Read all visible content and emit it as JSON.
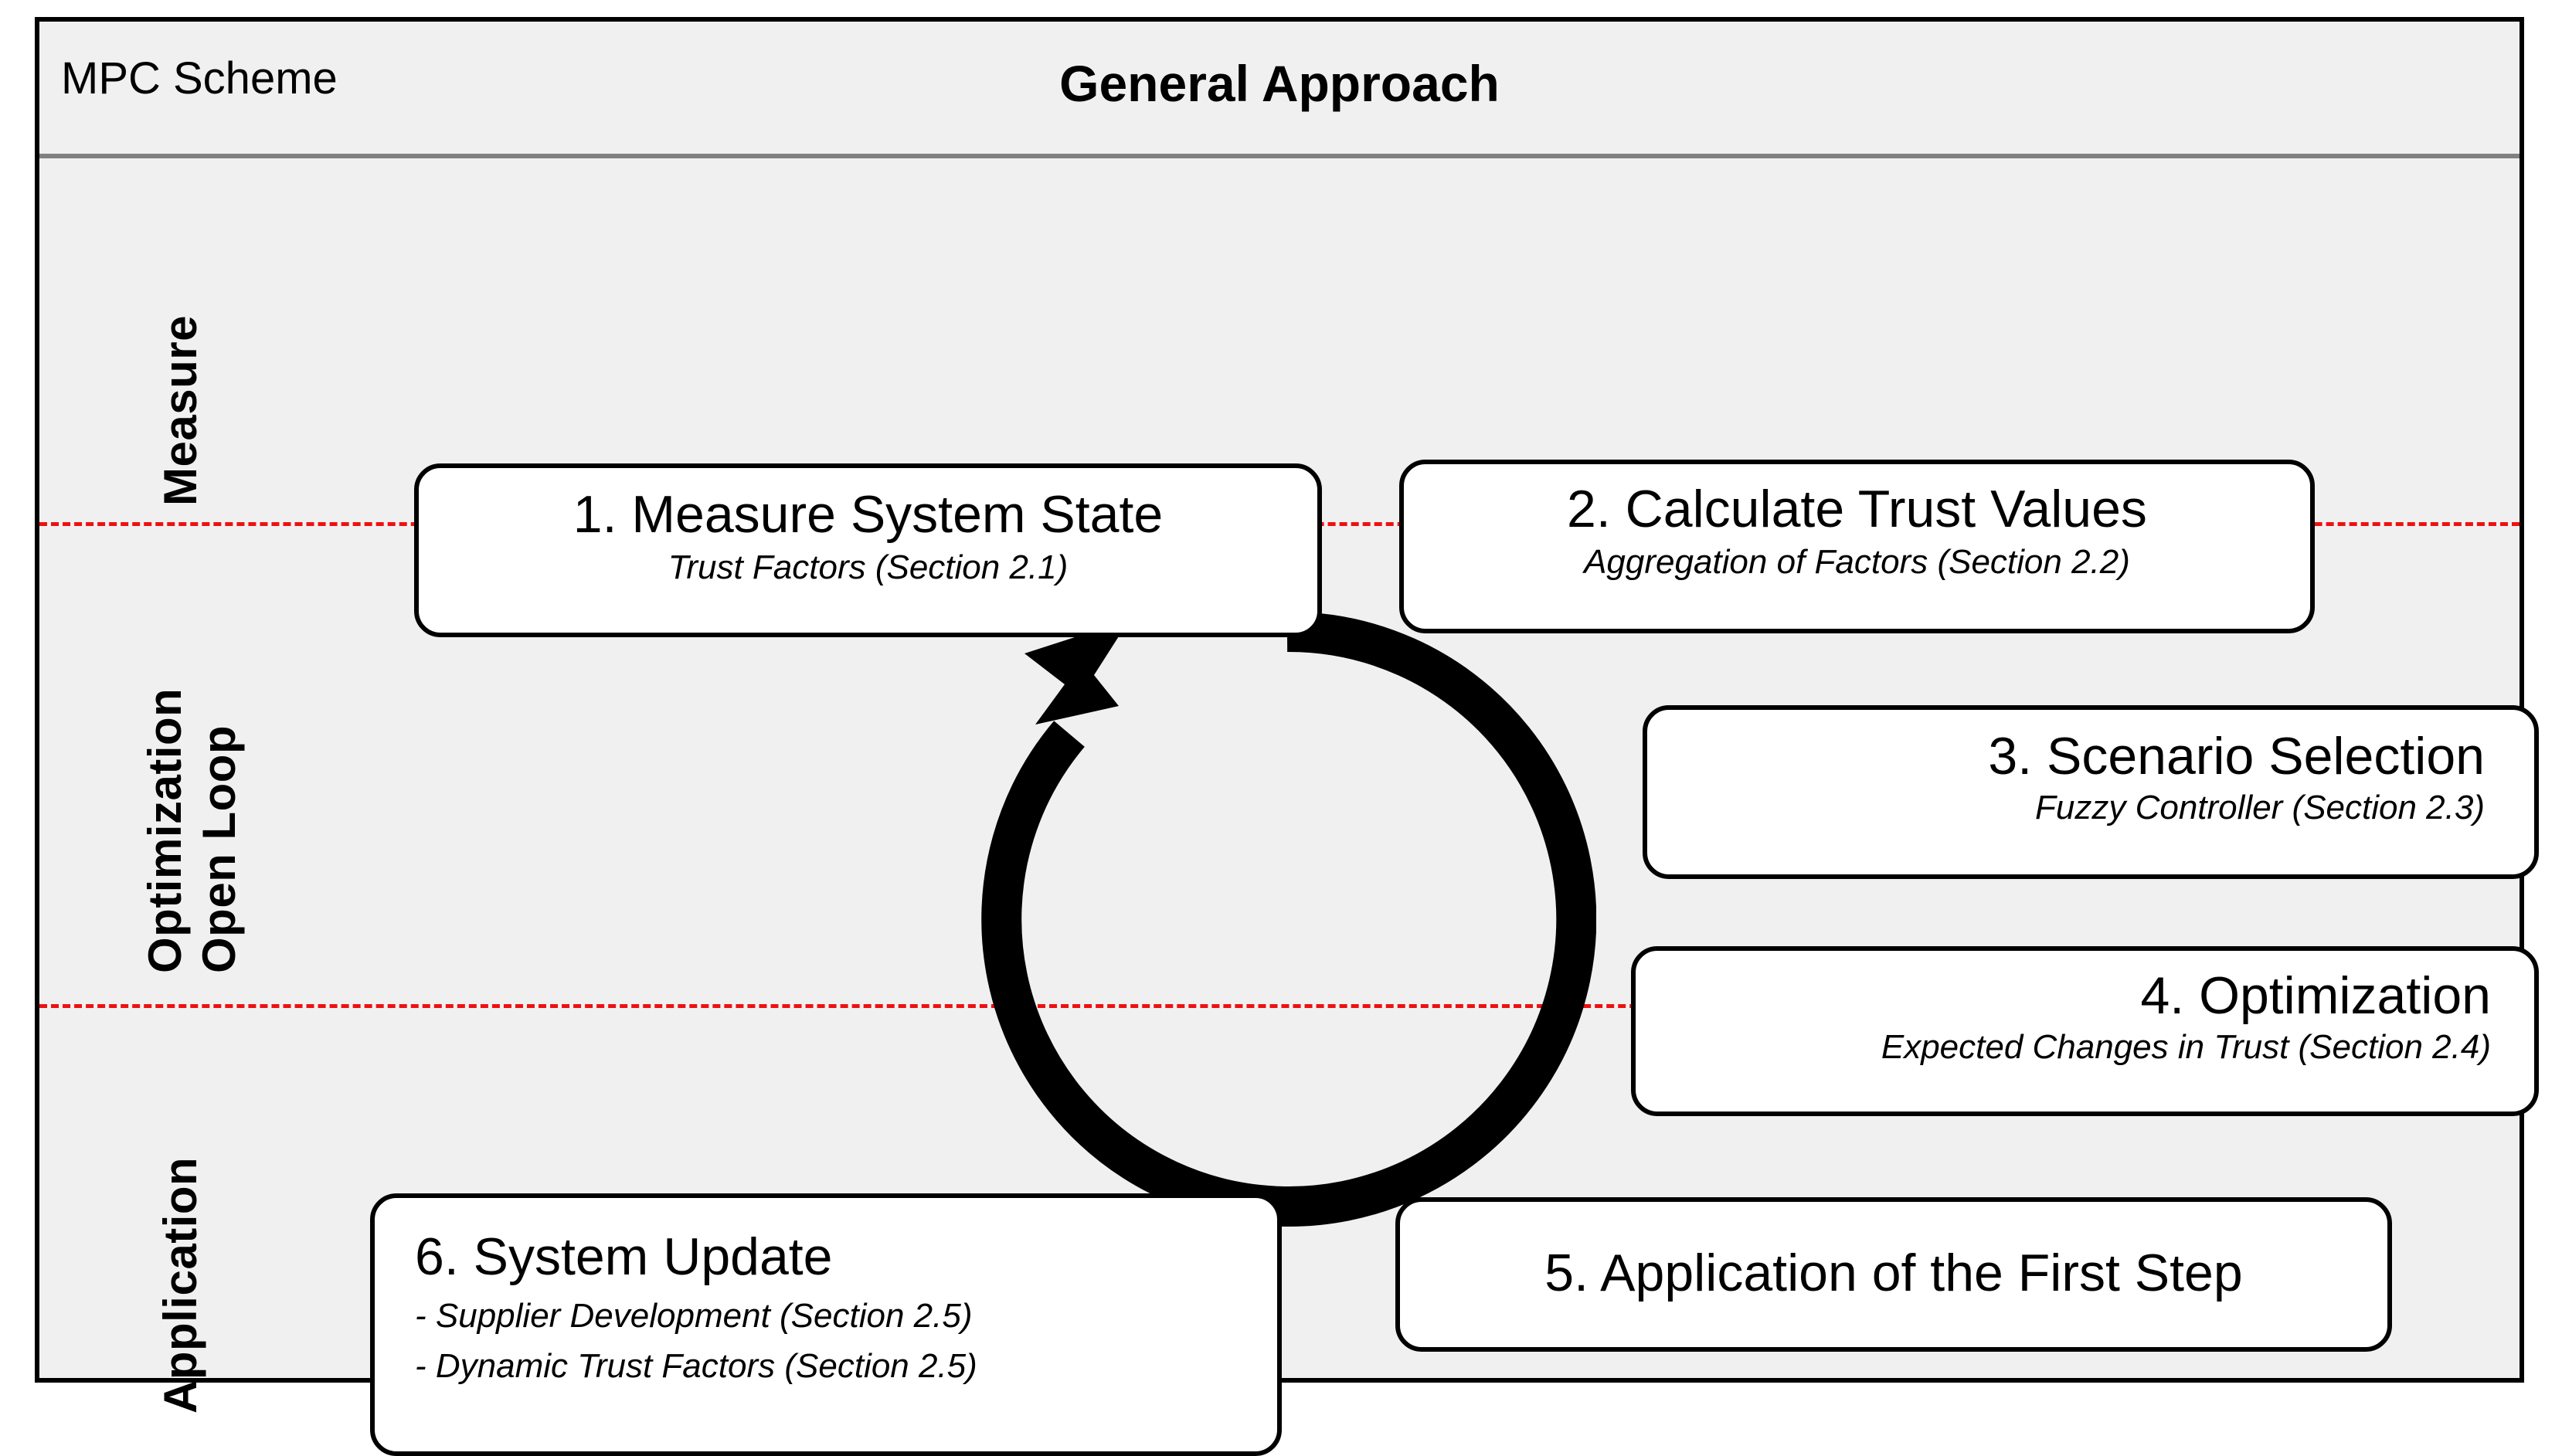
{
  "frame": {
    "scheme_label": "MPC Scheme",
    "title": "General Approach",
    "accent_divider_color": "#ee1111",
    "header_rule_color": "#808080",
    "background_color": "#f0f0f0",
    "border_color": "#000000"
  },
  "phases": [
    {
      "id": "measure",
      "label": "Measure"
    },
    {
      "id": "open-loop-optimization",
      "label_line1": "Open Loop",
      "label_line2": "Optimization"
    },
    {
      "id": "application",
      "label": "Application"
    }
  ],
  "steps": [
    {
      "number": "1",
      "title": "1. Measure System State",
      "subtitle": "Trust Factors (Section 2.1)",
      "phase": "Measure"
    },
    {
      "number": "2",
      "title": "2. Calculate Trust Values",
      "subtitle": "Aggregation of Factors (Section 2.2)",
      "phase": "Measure"
    },
    {
      "number": "3",
      "title": "3. Scenario Selection",
      "subtitle": "Fuzzy Controller (Section 2.3)",
      "phase": "Open Loop Optimization"
    },
    {
      "number": "4",
      "title": "4. Optimization",
      "subtitle": "Expected Changes in Trust (Section 2.4)",
      "phase": "Open Loop Optimization"
    },
    {
      "number": "5",
      "title": "5. Application of the First Step",
      "subtitle": "",
      "phase": "Application"
    },
    {
      "number": "6",
      "title": "6. System Update",
      "subtitle_line1": "- Supplier Development (Section 2.5)",
      "subtitle_line2": "- Dynamic Trust Factors (Section 2.5)",
      "phase": "Application"
    }
  ],
  "cycle": {
    "direction": "clockwise",
    "arrowhead_position": "top-left",
    "color": "#000000"
  }
}
